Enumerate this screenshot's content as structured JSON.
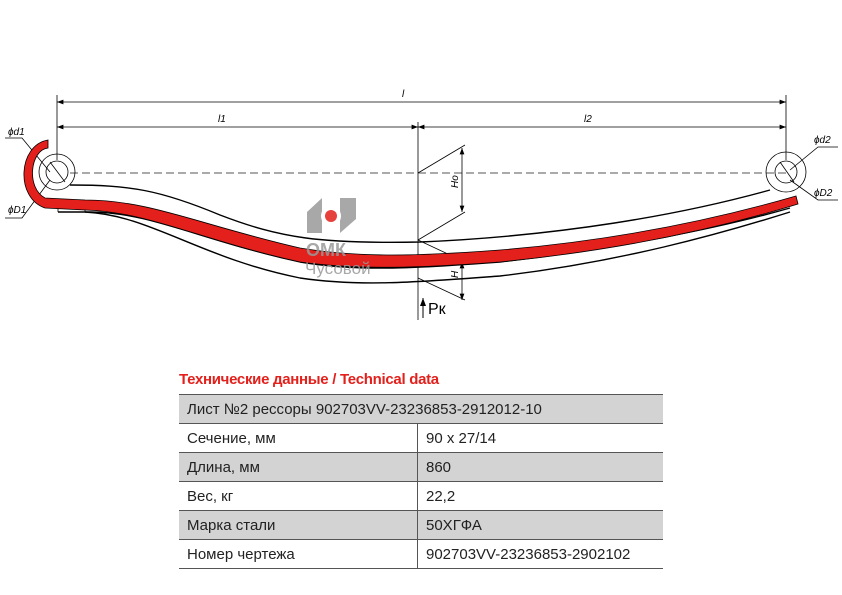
{
  "drawing": {
    "dims": {
      "L": "l",
      "L1": "l1",
      "L2": "l2",
      "d1": "ϕd1",
      "D1": "ϕD1",
      "d2": "ϕd2",
      "D2": "ϕD2",
      "Ho": "Ho",
      "H": "H",
      "Pk": "Pк"
    },
    "logo": {
      "name": "ОМК",
      "city": "Чусовой"
    },
    "accent": "#e3201b"
  },
  "tech": {
    "title": "Технические данные / Technical data",
    "header": "Лист №2 рессоры 902703VV-23236853-2912012-10",
    "rows": [
      {
        "label": "Сечение, мм",
        "value": "90 x 27/14"
      },
      {
        "label": "Длина, мм",
        "value": "860"
      },
      {
        "label": "Вес, кг",
        "value": "22,2"
      },
      {
        "label": "Марка стали",
        "value": "50ХГФА"
      },
      {
        "label": "Номер чертежа",
        "value": "902703VV-23236853-2902102"
      }
    ]
  }
}
